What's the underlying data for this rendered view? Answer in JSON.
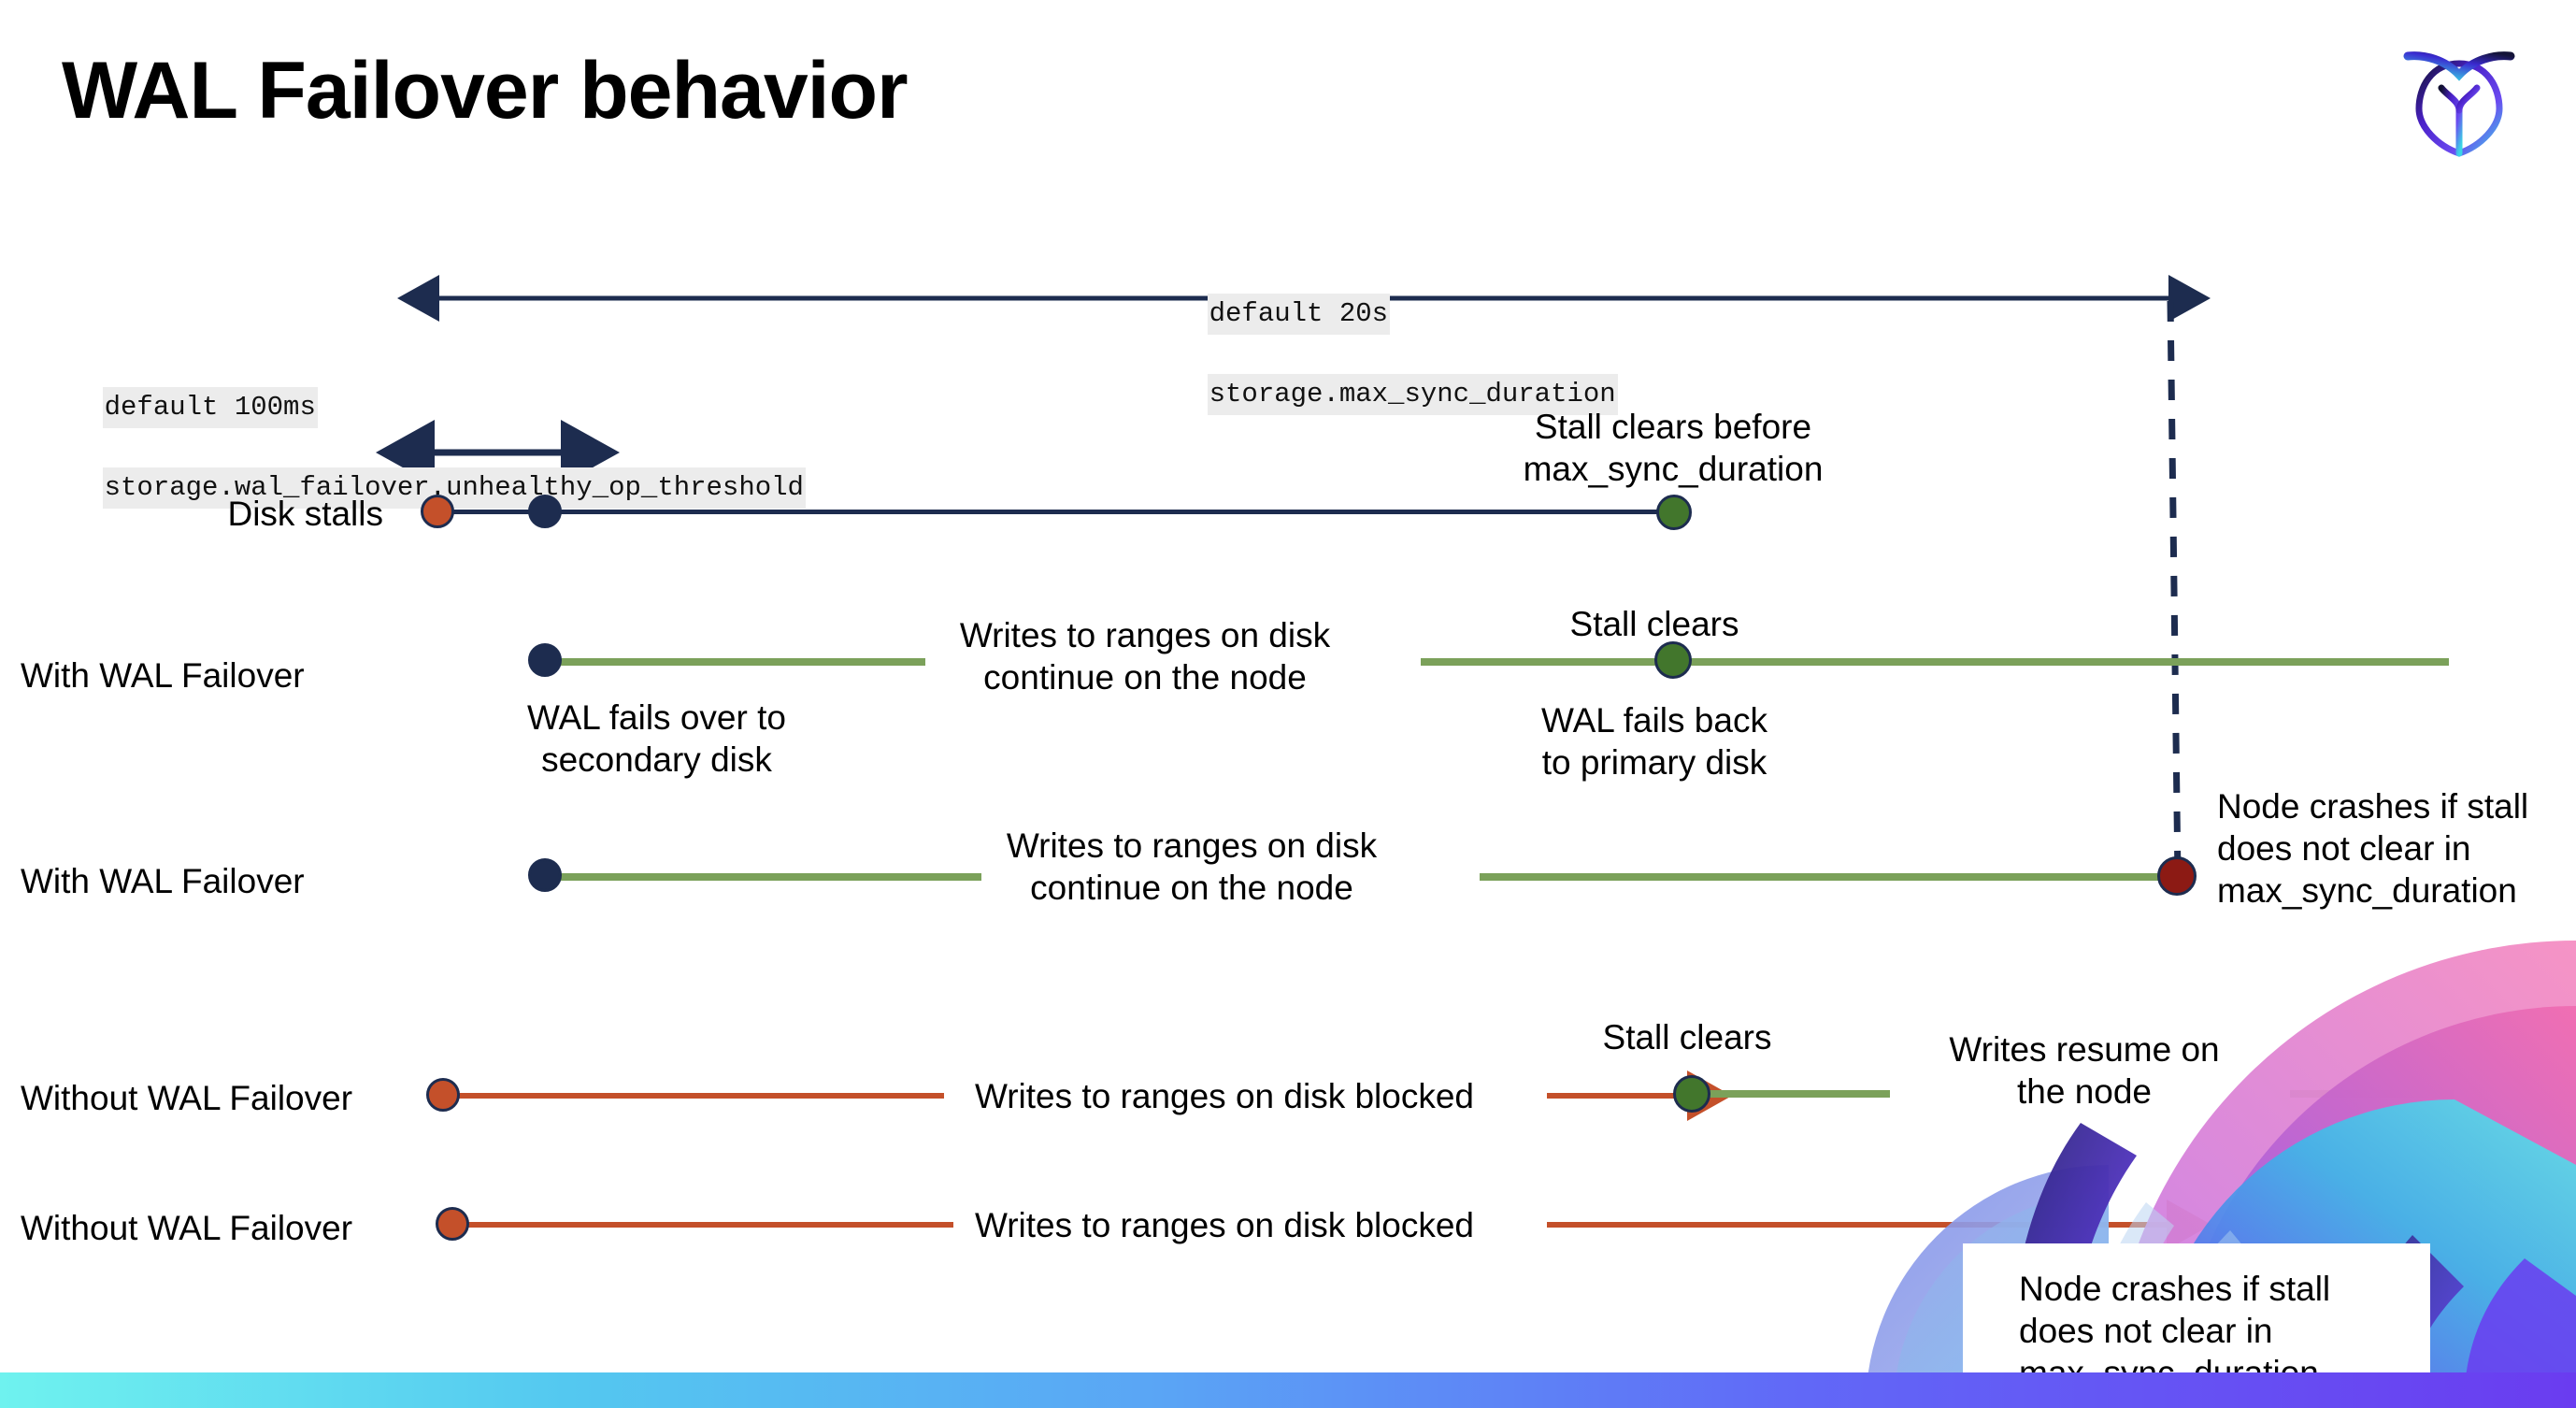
{
  "slide": {
    "title": "WAL Failover behavior",
    "logo_name": "cockroachdb-logo"
  },
  "annotations": {
    "top": {
      "line1": "default 20s",
      "line2": "storage.max_sync_duration"
    },
    "left": {
      "line1": "default 100ms",
      "line2": "storage.wal_failover.unhealthy_op_threshold"
    }
  },
  "rows": [
    {
      "label": "Disk stalls",
      "notes": [
        {
          "text": "Stall clears before\nmax_sync_duration"
        }
      ]
    },
    {
      "label": "With WAL Failover",
      "notes": [
        {
          "text": "WAL fails over to\nsecondary disk"
        },
        {
          "text": "Writes to ranges on disk\ncontinue on the node"
        },
        {
          "text": "Stall clears"
        },
        {
          "text": "WAL fails  back\nto primary disk"
        }
      ]
    },
    {
      "label": "With WAL Failover",
      "notes": [
        {
          "text": "Writes to ranges on disk\ncontinue on the node"
        },
        {
          "text": "Node crashes if stall\ndoes not clear in\nmax_sync_duration"
        }
      ]
    },
    {
      "label": "Without WAL Failover",
      "notes": [
        {
          "text": "Writes to ranges on disk  blocked"
        },
        {
          "text": "Stall clears"
        },
        {
          "text": "Writes resume on\nthe node"
        }
      ]
    },
    {
      "label": "Without WAL Failover",
      "notes": [
        {
          "text": "Writes to ranges on disk  blocked"
        },
        {
          "text": "Node crashes if stall\ndoes not clear in\nmax_sync_duration"
        }
      ]
    }
  ],
  "labels": {
    "disk_stalls": "Disk stalls",
    "with_wal_1": "With WAL Failover",
    "with_wal_2": "With WAL Failover",
    "without_wal_1": "Without WAL Failover",
    "without_wal_2": "Without WAL Failover",
    "stall_clears_before": "Stall clears before\nmax_sync_duration",
    "wal_fails_over": "WAL fails over to\nsecondary disk",
    "writes_continue_1": "Writes to ranges on disk\ncontinue on the node",
    "stall_clears_1": "Stall clears",
    "wal_fails_back": "WAL fails  back\nto primary disk",
    "writes_continue_2": "Writes to ranges on disk\ncontinue on the node",
    "node_crashes_1": "Node crashes if stall\ndoes not clear in\nmax_sync_duration",
    "writes_blocked_1": "Writes to ranges on disk  blocked",
    "stall_clears_2": "Stall clears",
    "writes_resume": "Writes resume on\nthe node",
    "writes_blocked_2": "Writes to ranges on disk  blocked",
    "node_crashes_2": "Node crashes if stall\ndoes not clear in\nmax_sync_duration"
  },
  "colors": {
    "navy": "#1d2c4f",
    "green_line": "#7ba15a",
    "red_line": "#c4502a",
    "dot_orange": "#c4502a",
    "dot_green": "#42762c",
    "dot_darkred": "#8c1a14",
    "code_bg": "#ececec",
    "bar_gradient_start": "#6ff2ef",
    "bar_gradient_end": "#6a3cf0"
  }
}
